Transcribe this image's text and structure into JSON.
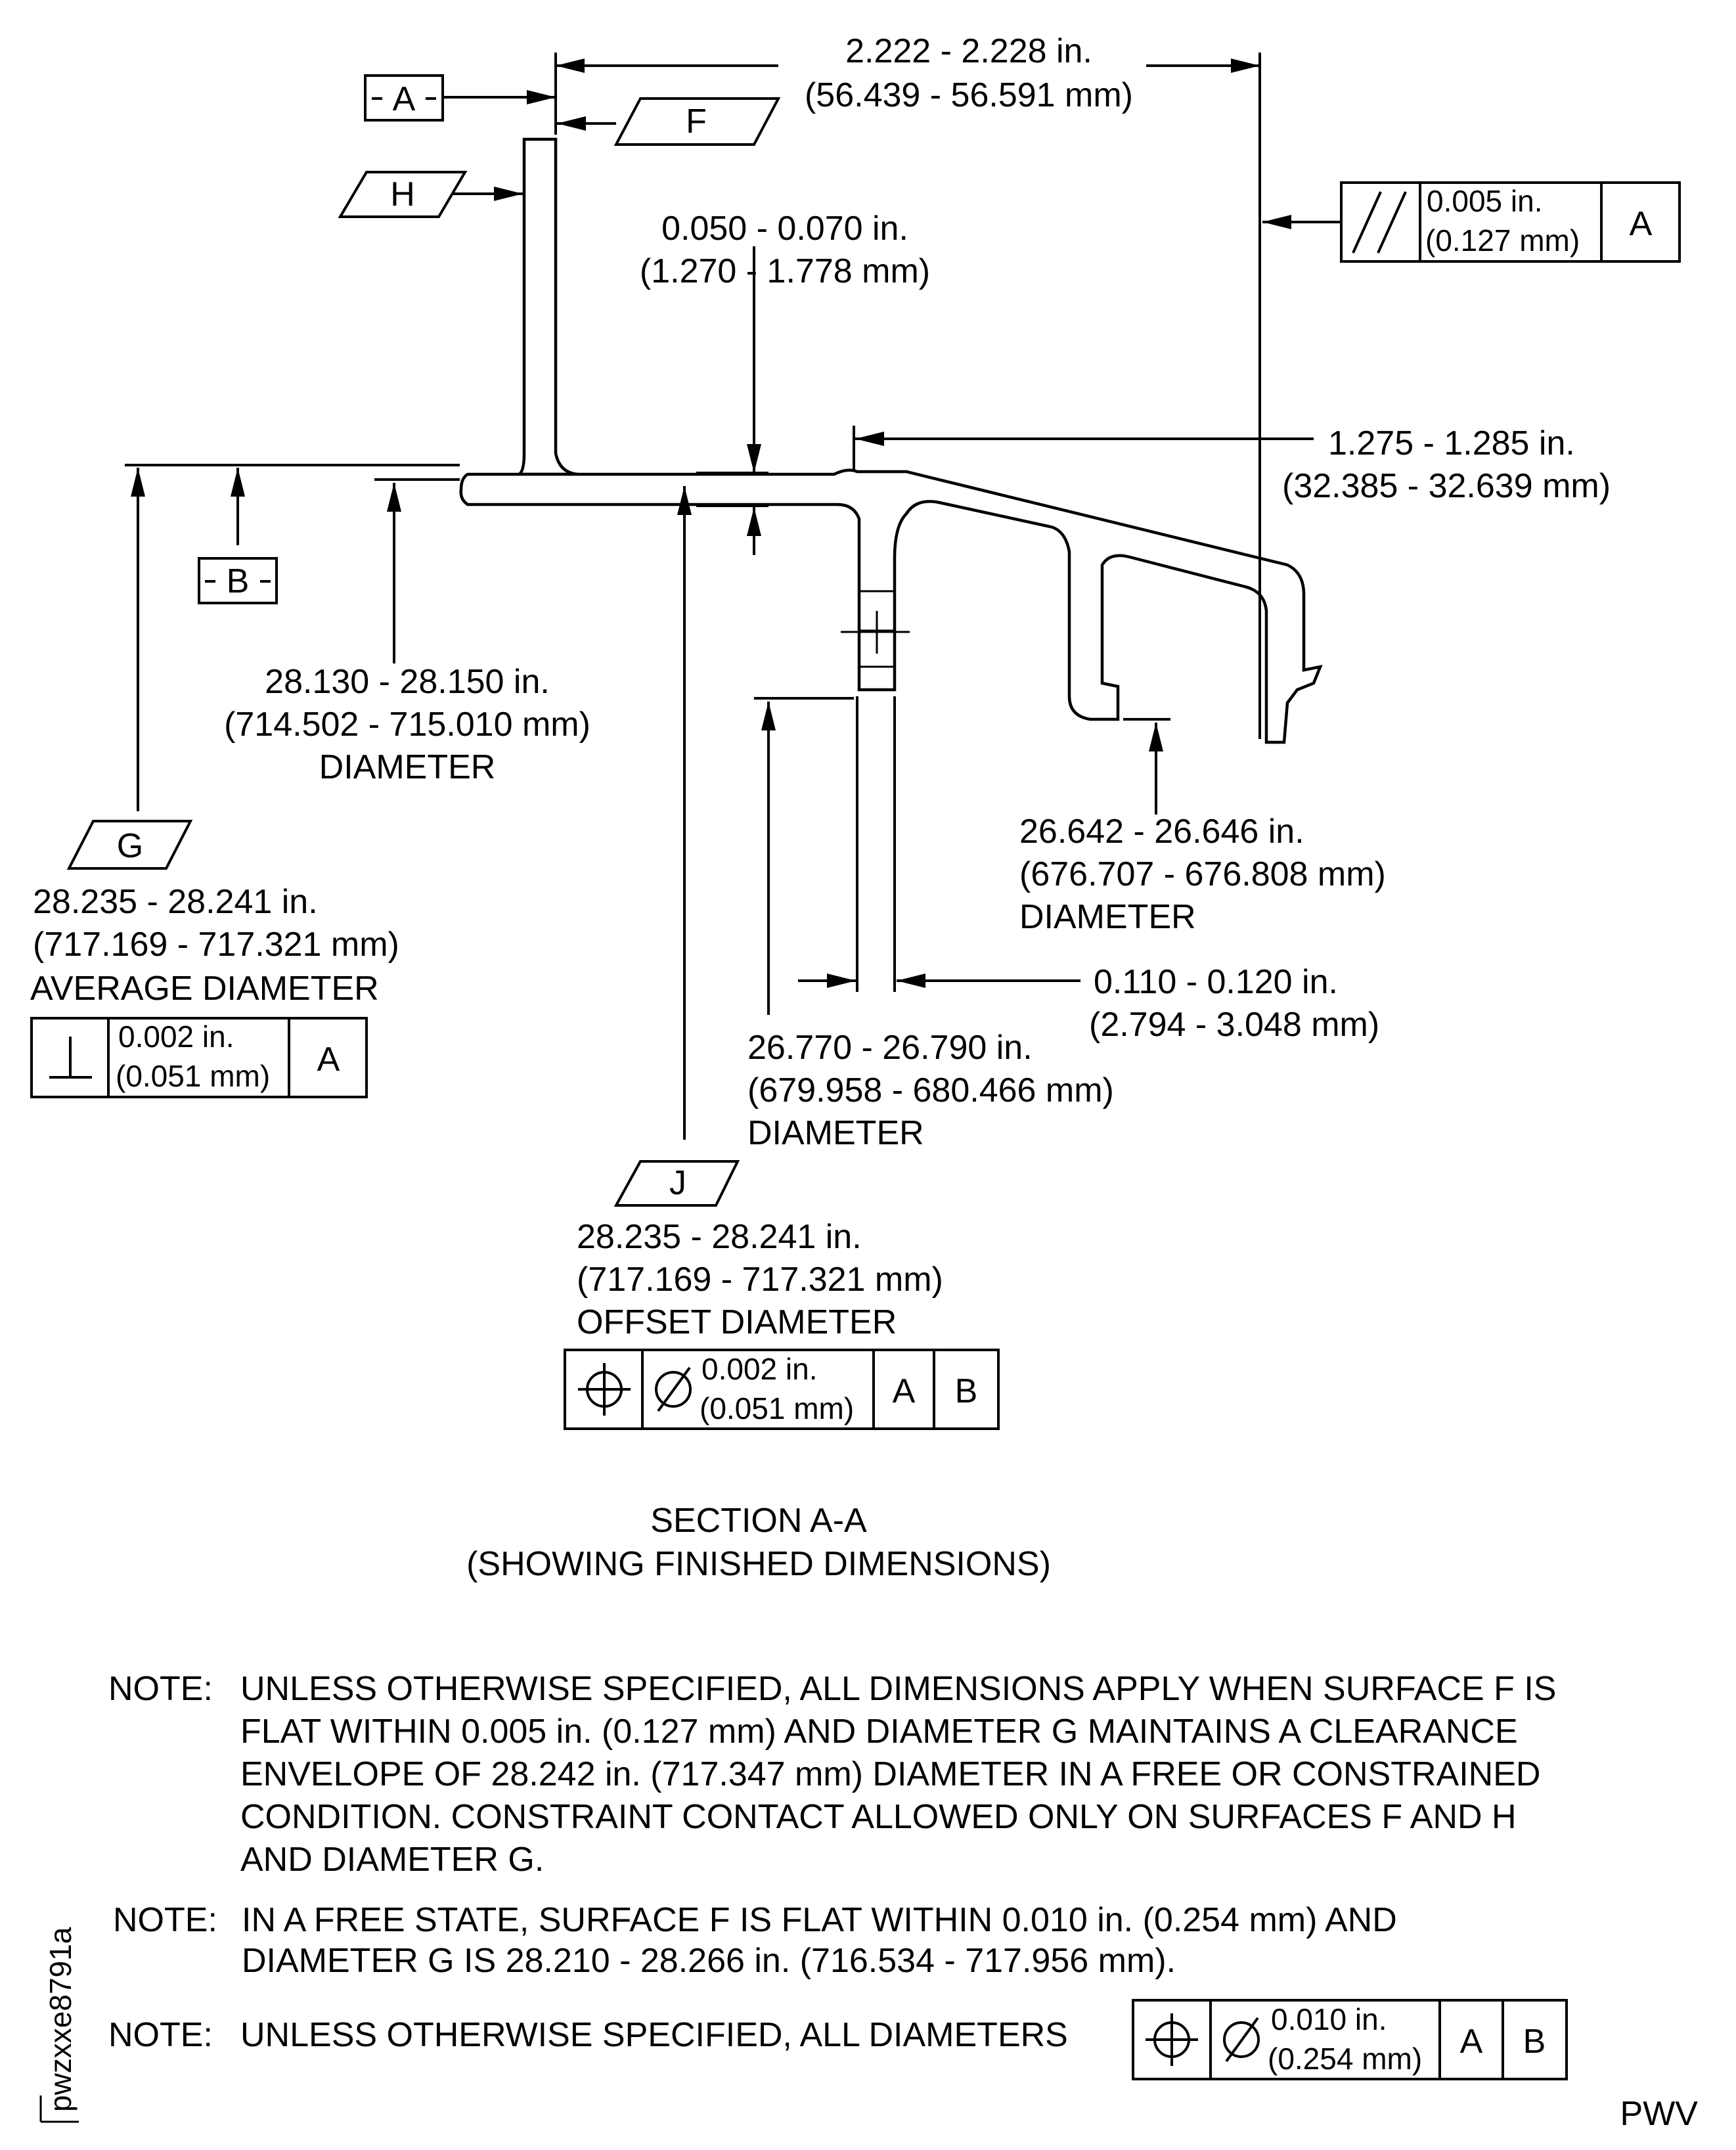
{
  "dims": {
    "overall_width": {
      "in": "2.222 - 2.228 in.",
      "mm": "(56.439 - 56.591 mm)"
    },
    "flange_thickness": {
      "in": "0.050 - 0.070 in.",
      "mm": "(1.270 - 1.778 mm)"
    },
    "tip_width": {
      "in": "1.275 - 1.285 in.",
      "mm": "(32.385 - 32.639 mm)"
    },
    "diameter_28130": {
      "in": "28.130 - 28.150 in.",
      "mm": "(714.502 - 715.010 mm)",
      "label": "DIAMETER"
    },
    "diameter_26642": {
      "in": "26.642 - 26.646 in.",
      "mm": "(676.707 - 676.808 mm)",
      "label": "DIAMETER"
    },
    "average_diameter": {
      "in": "28.235 - 28.241 in.",
      "mm": "(717.169 - 717.321 mm)",
      "label": "AVERAGE DIAMETER"
    },
    "web_thickness": {
      "in": "0.110 - 0.120 in.",
      "mm": "(2.794 - 3.048 mm)"
    },
    "diameter_26770": {
      "in": "26.770 - 26.790 in.",
      "mm": "(679.958 - 680.466 mm)",
      "label": "DIAMETER"
    },
    "offset_diameter": {
      "in": "28.235 - 28.241 in.",
      "mm": "(717.169 - 717.321 mm)",
      "label": "OFFSET DIAMETER"
    }
  },
  "datums": {
    "A": "A",
    "B": "B",
    "F": "F",
    "H": "H",
    "G": "G",
    "J": "J"
  },
  "fcf": {
    "parallelism": {
      "symbol": "//",
      "tol_in": "0.005 in.",
      "tol_mm": "(0.127 mm)",
      "datum": "A"
    },
    "perpendicularity": {
      "tol_in": "0.002 in.",
      "tol_mm": "(0.051 mm)",
      "datum": "A"
    },
    "position_offset": {
      "tol_in": "0.002 in.",
      "tol_mm": "(0.051 mm)",
      "datum1": "A",
      "datum2": "B"
    },
    "position_notes": {
      "tol_in": "0.010 in.",
      "tol_mm": "(0.254 mm)",
      "datum1": "A",
      "datum2": "B"
    }
  },
  "section": {
    "title": "SECTION A-A",
    "subtitle": "(SHOWING FINISHED DIMENSIONS)"
  },
  "notes": {
    "n1_label": "NOTE:",
    "n1_lines": [
      "UNLESS OTHERWISE SPECIFIED, ALL DIMENSIONS APPLY WHEN SURFACE F IS",
      "FLAT WITHIN 0.005 in. (0.127 mm) AND DIAMETER G MAINTAINS A CLEARANCE",
      "ENVELOPE OF 28.242 in. (717.347 mm) DIAMETER IN A FREE OR CONSTRAINED",
      "CONDITION. CONSTRAINT CONTACT ALLOWED ONLY ON SURFACES F AND H",
      "AND DIAMETER G."
    ],
    "n2_label": "NOTE:",
    "n2_lines": [
      "IN A FREE STATE, SURFACE F IS FLAT WITHIN 0.010 in. (0.254 mm) AND",
      "DIAMETER G IS 28.210 - 28.266 in. (716.534 - 717.956 mm)."
    ],
    "n3_label": "NOTE:",
    "n3_text": "UNLESS OTHERWISE SPECIFIED, ALL DIAMETERS"
  },
  "figure_id": "pwzxxe8791a",
  "company": "PWV"
}
